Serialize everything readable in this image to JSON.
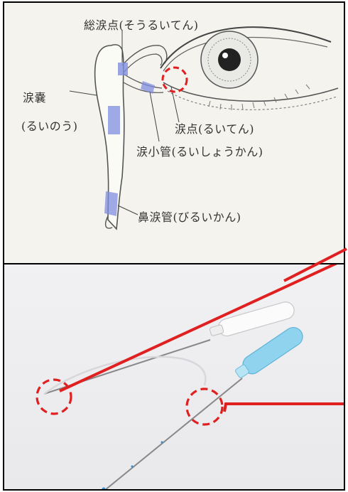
{
  "labels": {
    "lacrimal_sac": "涙嚢",
    "lacrimal_sac_reading": "(るいのう)",
    "common_canaliculus": "総涙点(そうるいてん)",
    "lacrimal_punctum": "涙点(るいてん)",
    "canaliculus": "涙小管(るいしょうかん)",
    "nasolacrimal_duct": "鼻涙管(びるいかん)"
  },
  "colors": {
    "highlight_blue": "#7f8ee0",
    "callout_red": "#e02020",
    "tube_handle_blue": "#8fd3ee"
  }
}
